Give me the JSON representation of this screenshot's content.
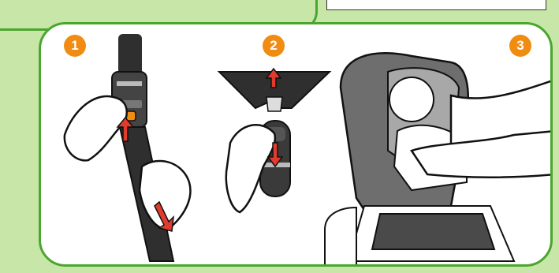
{
  "steps": [
    {
      "number": "1",
      "icon": "buckle-release-icon"
    },
    {
      "number": "2",
      "icon": "harness-adjust-icon"
    },
    {
      "number": "3",
      "icon": "child-in-seat-icon"
    }
  ],
  "colors": {
    "frame_green": "#4aa62f",
    "background_green": "#c8e6a8",
    "badge_orange": "#f08c12",
    "arrow_red": "#e23b2e",
    "strap_dark": "#2f2f2f"
  }
}
